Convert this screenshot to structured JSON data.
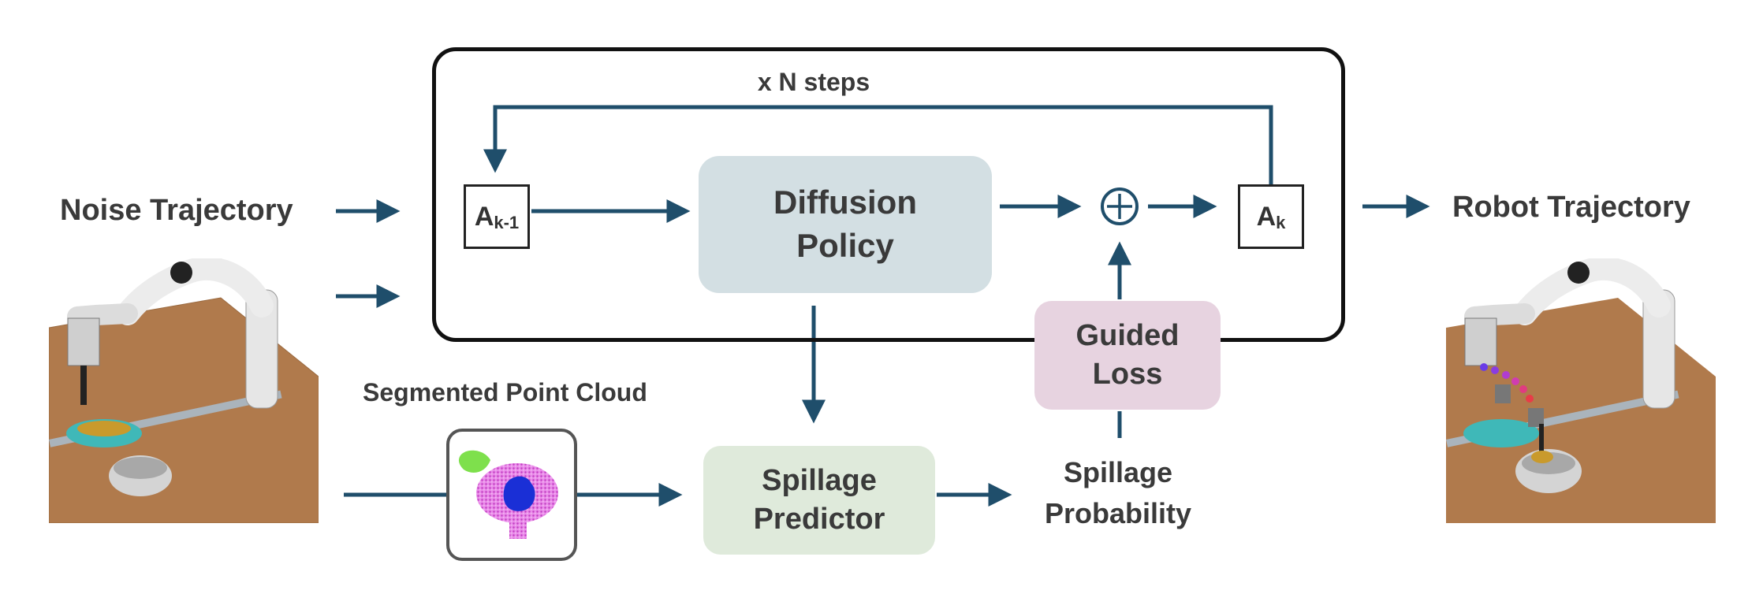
{
  "labels": {
    "noise_trajectory": "Noise Trajectory",
    "robot_trajectory": "Robot Trajectory",
    "steps": "x N steps",
    "segmented_point_cloud": "Segmented Point Cloud",
    "spillage_probability_line1": "Spillage",
    "spillage_probability_line2": "Probability"
  },
  "blocks": {
    "diffusion_line1": "Diffusion",
    "diffusion_line2": "Policy",
    "guided_line1": "Guided",
    "guided_line2": "Loss",
    "spillage_line1": "Spillage",
    "spillage_line2": "Predictor"
  },
  "action_boxes": {
    "prev_base": "A",
    "prev_sub": "k-1",
    "next_base": "A",
    "next_sub": "k"
  },
  "operator": "⊕",
  "colors": {
    "arrow": "#1f4e6b",
    "diffusion_fill": "#d3dfe3",
    "guided_fill": "#e7d3e0",
    "spillage_fill": "#dfeadb",
    "point_cloud_magenta": "#d965d9",
    "point_cloud_blue": "#1a2fd6",
    "point_cloud_green": "#7ee04c"
  }
}
